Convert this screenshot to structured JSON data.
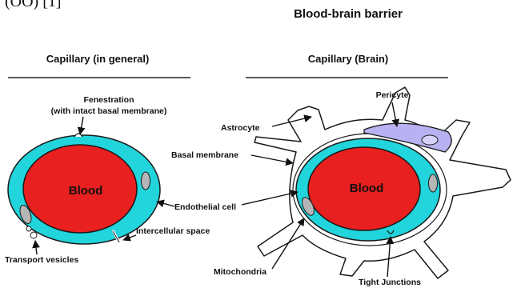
{
  "top_fragment": "(OO) [1]",
  "title": "Blood-brain barrier",
  "left_panel": {
    "header": "Capillary (in general)",
    "fenestration_line1": "Fenestration",
    "fenestration_line2": "(with intact basal membrane)",
    "blood_label": "Blood",
    "transport_vesicles": "Transport vesicles",
    "intercellular_space": "Intercellular space"
  },
  "right_panel": {
    "header": "Capillary (Brain)",
    "pericyte": "Pericyte",
    "astrocyte": "Astrocyte",
    "basal_membrane": "Basal membrane",
    "blood_label": "Blood",
    "mitochondria": "Mitochondria",
    "tight_junctions": "Tight Junctions"
  },
  "shared": {
    "endothelial_cell": "Endothelial cell"
  },
  "colors": {
    "blood": "#e8201f",
    "endothelium": "#22d4dc",
    "pericyte": "#b8b2f2",
    "mitochondria": "#b6b6b6",
    "outline": "#1a1a1a"
  }
}
